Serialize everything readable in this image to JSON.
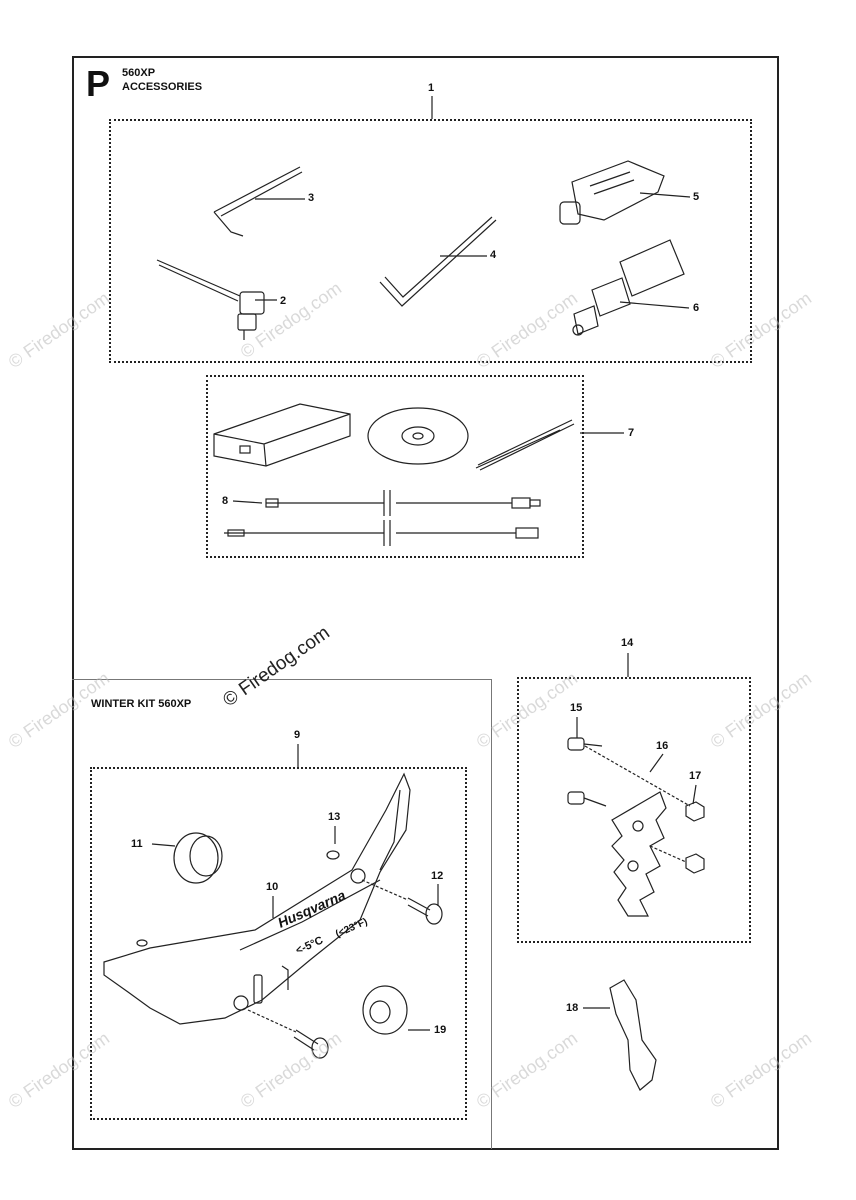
{
  "header": {
    "section_letter": "P",
    "model": "560XP",
    "title": "ACCESSORIES"
  },
  "winter_kit": {
    "title": "WINTER KIT 560XP"
  },
  "watermark": {
    "text": "© Firedog.com"
  },
  "callouts": {
    "c1": "1",
    "c2": "2",
    "c3": "3",
    "c4": "4",
    "c5": "5",
    "c6": "6",
    "c7": "7",
    "c8": "8",
    "c9": "9",
    "c10": "10",
    "c11": "11",
    "c12": "12",
    "c13": "13",
    "c14": "14",
    "c15": "15",
    "c16": "16",
    "c17": "17",
    "c18": "18",
    "c19": "19"
  },
  "cover_labels": {
    "brand": "Husqvarna",
    "temp_low": "<-5°C",
    "temp_high": "(<23°F)"
  },
  "colors": {
    "line": "#222222",
    "watermark": "#bbbbbb"
  }
}
